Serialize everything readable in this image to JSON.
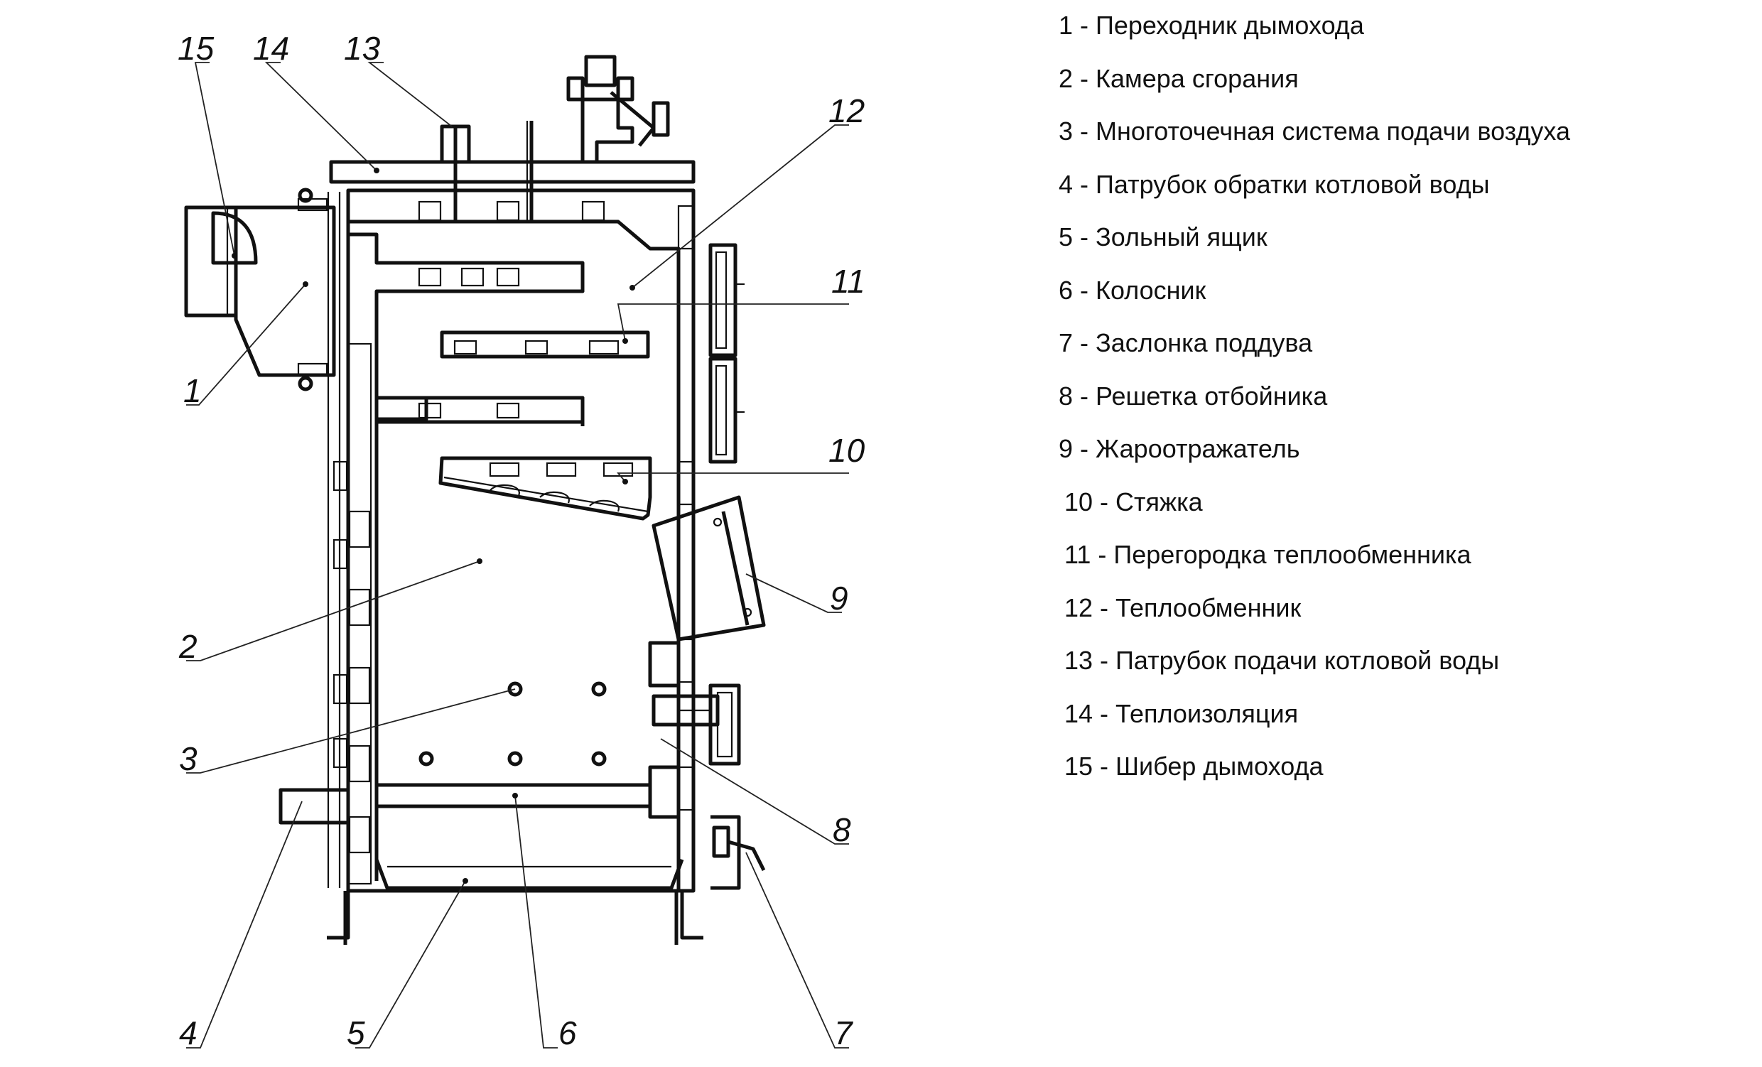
{
  "legend": [
    {
      "text": "1 - Переходник дымохода"
    },
    {
      "text": "2 - Камера сгорания"
    },
    {
      "text": "3 - Многоточечная система подачи воздуха"
    },
    {
      "text": "4 - Патрубок  обратки котловой воды"
    },
    {
      "text": "5 - Зольный ящик"
    },
    {
      "text": "6 - Колосник"
    },
    {
      "text": "7 - Заслонка поддува"
    },
    {
      "text": "8 - Решетка отбойника"
    },
    {
      "text": "9 - Жароотражатель"
    },
    {
      "text": "10 - Стяжка"
    },
    {
      "text": "11 - Перегородка теплообменника"
    },
    {
      "text": "12 - Теплообменник"
    },
    {
      "text": "13 - Патрубок  подачи котловой воды"
    },
    {
      "text": "14 - Теплоизоляция"
    },
    {
      "text": "15 - Шибер дымохода"
    }
  ],
  "callouts": [
    "1",
    "2",
    "3",
    "4",
    "5",
    "6",
    "7",
    "8",
    "9",
    "10",
    "11",
    "12",
    "13",
    "14",
    "15"
  ]
}
